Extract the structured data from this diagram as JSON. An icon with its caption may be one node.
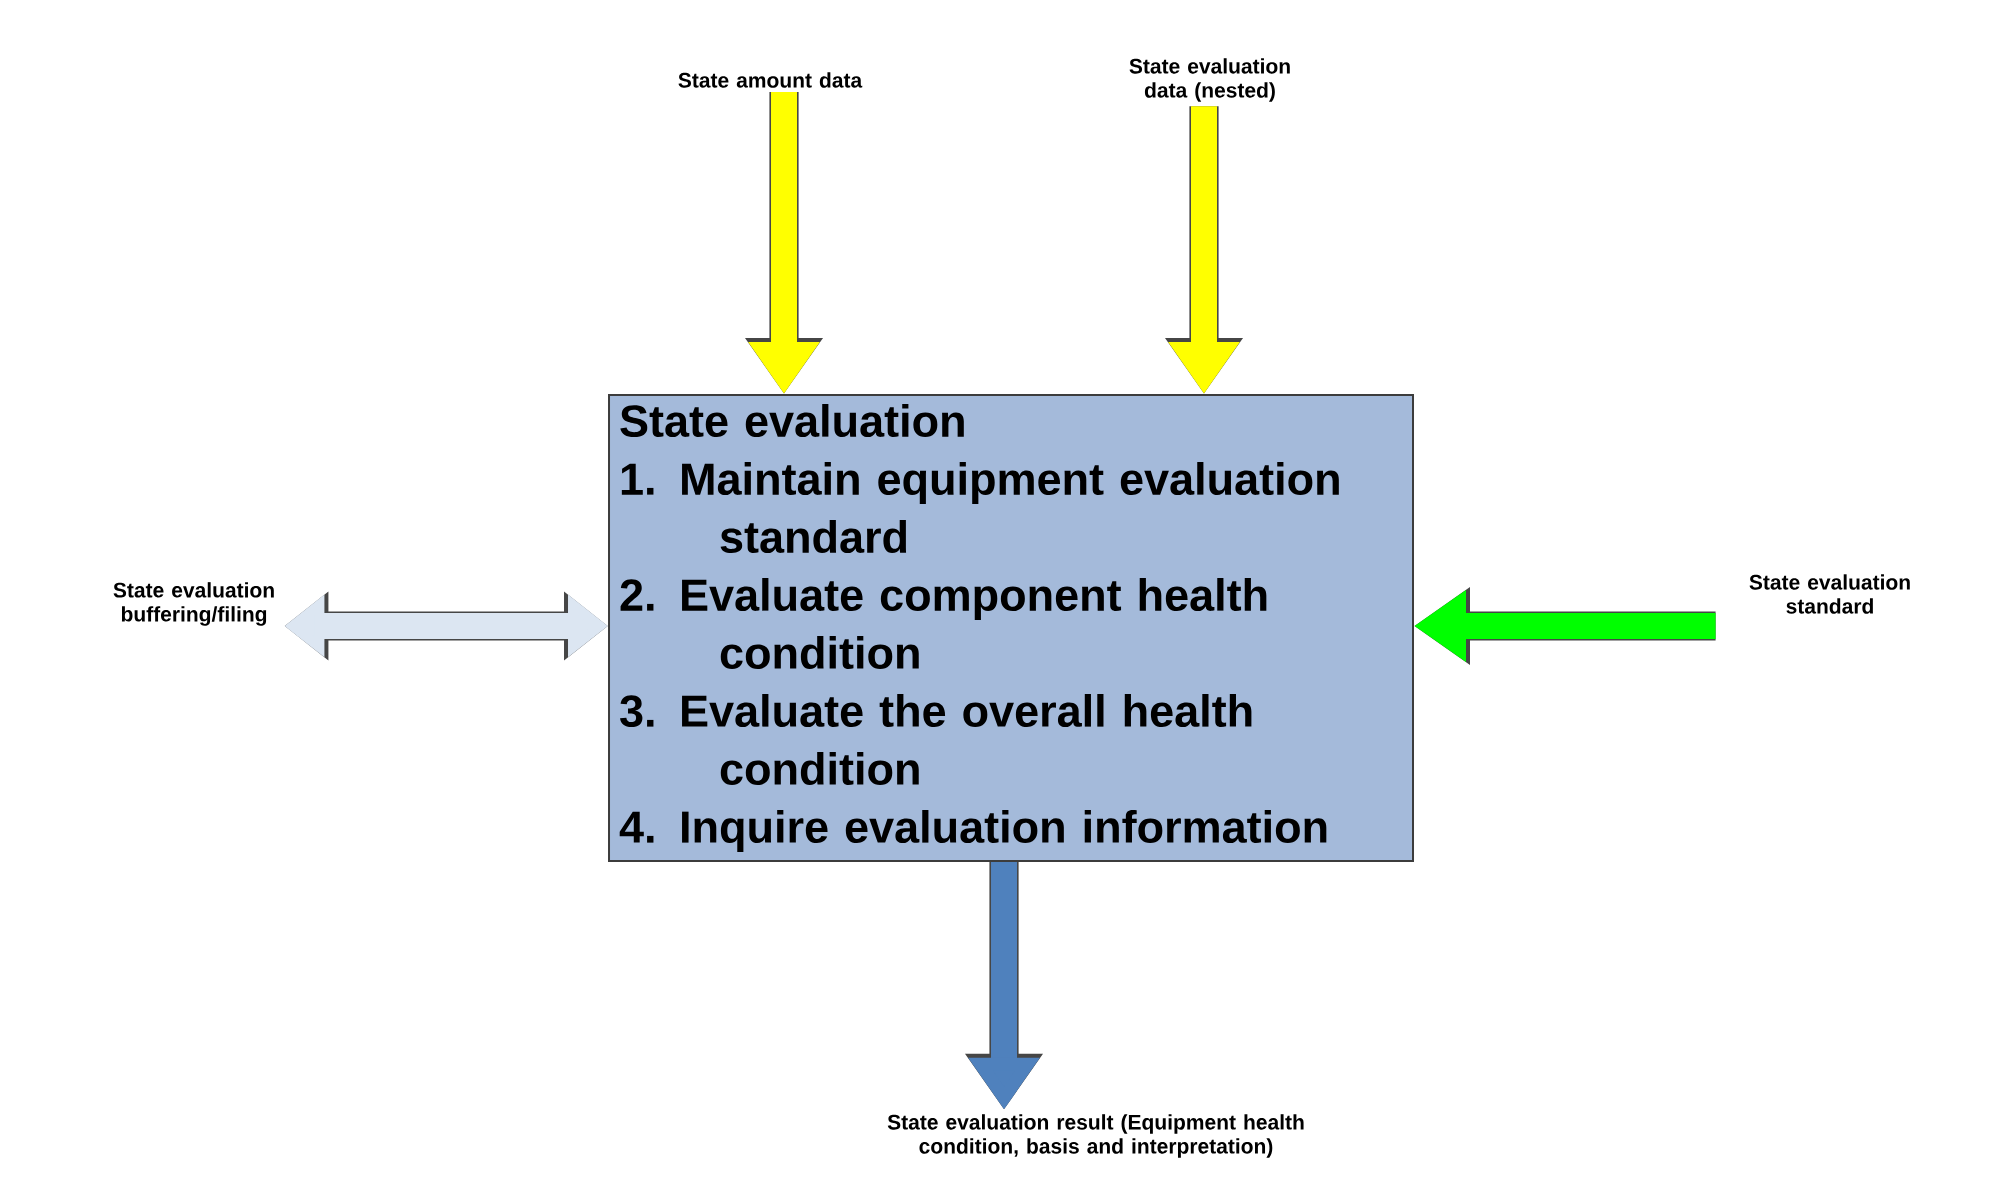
{
  "diagram": {
    "nodes": [
      {
        "text": [
          "State amount data"
        ]
      },
      {
        "text": [
          "State evaluation data (nested)"
        ]
      },
      {
        "text": [
          "State evaluation",
          "1. Maintain equipment evaluation standard",
          "2. Evaluate component health condition",
          "3. Evaluate the overall health condition",
          "4. Inquire evaluation information"
        ]
      },
      {
        "text": [
          "State evaluation buffering/filing"
        ]
      },
      {
        "text": [
          "State evaluation standard"
        ]
      },
      {
        "text": [
          "State evaluation result (Equipment health condition, basis and interpretation)"
        ]
      }
    ],
    "edges": [
      {
        "from": 0,
        "to": 2,
        "arrow": "to",
        "color": "#ffff00"
      },
      {
        "from": 1,
        "to": 2,
        "arrow": "to",
        "color": "#ffff00"
      },
      {
        "from": 3,
        "to": 2,
        "arrow": "both",
        "color": "#dce6f2"
      },
      {
        "from": 4,
        "to": 2,
        "arrow": "to",
        "color": "#00ff00"
      },
      {
        "from": 2,
        "to": 5,
        "arrow": "to",
        "color": "#4f81bd"
      }
    ]
  }
}
